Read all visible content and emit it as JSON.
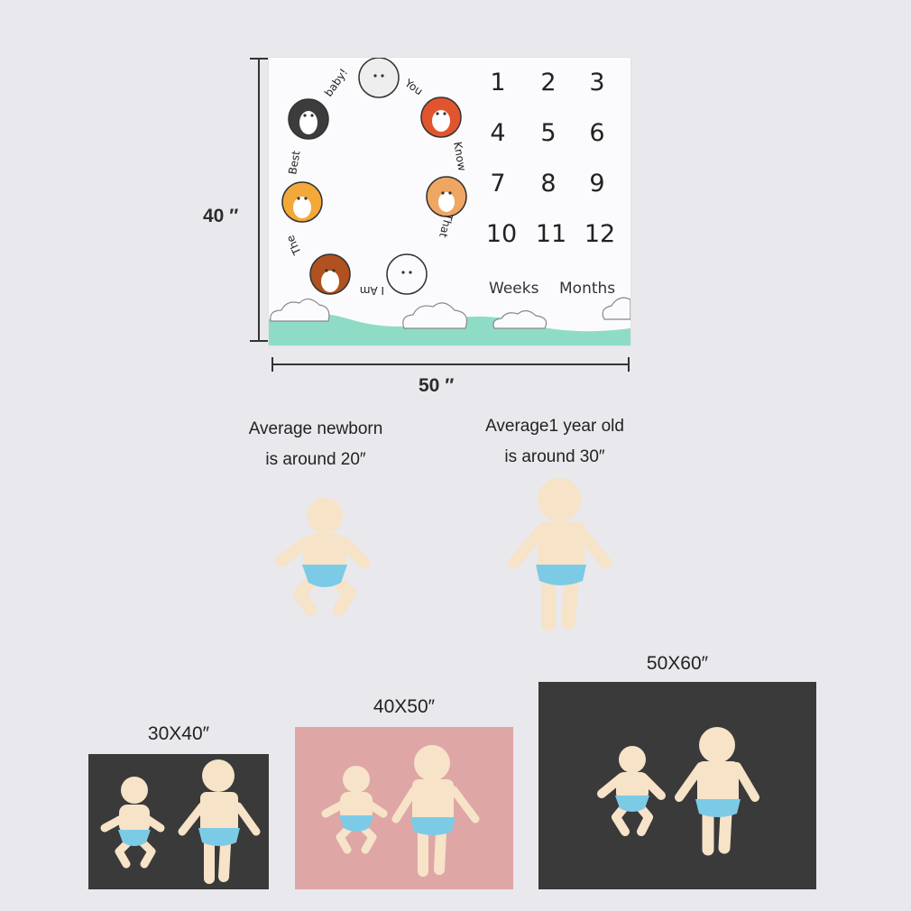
{
  "blanket": {
    "numbers": [
      "1",
      "2",
      "3",
      "4",
      "5",
      "6",
      "7",
      "8",
      "9",
      "10",
      "11",
      "12"
    ],
    "weeks_label": "Weeks",
    "months_label": "Months",
    "ring_words": [
      "baby!",
      "You",
      "Know",
      "That",
      "I Am",
      "The",
      "Best"
    ]
  },
  "dimensions": {
    "height_label": "40 ″",
    "width_label": "50 ″"
  },
  "captions": {
    "newborn_line1": "Average newborn",
    "newborn_line2": "is around 20″",
    "yearold_line1": "Average1 year old",
    "yearold_line2": "is around 30″"
  },
  "sizes": [
    {
      "label": "30X40″",
      "color": "#3a3a3a"
    },
    {
      "label": "40X50″",
      "color": "#dfa6a6"
    },
    {
      "label": "50X60″",
      "color": "#3a3a3a"
    }
  ],
  "colors": {
    "skin": "#f6e3c8",
    "diaper": "#7ccbe6",
    "grass": "#8fdcc6"
  }
}
